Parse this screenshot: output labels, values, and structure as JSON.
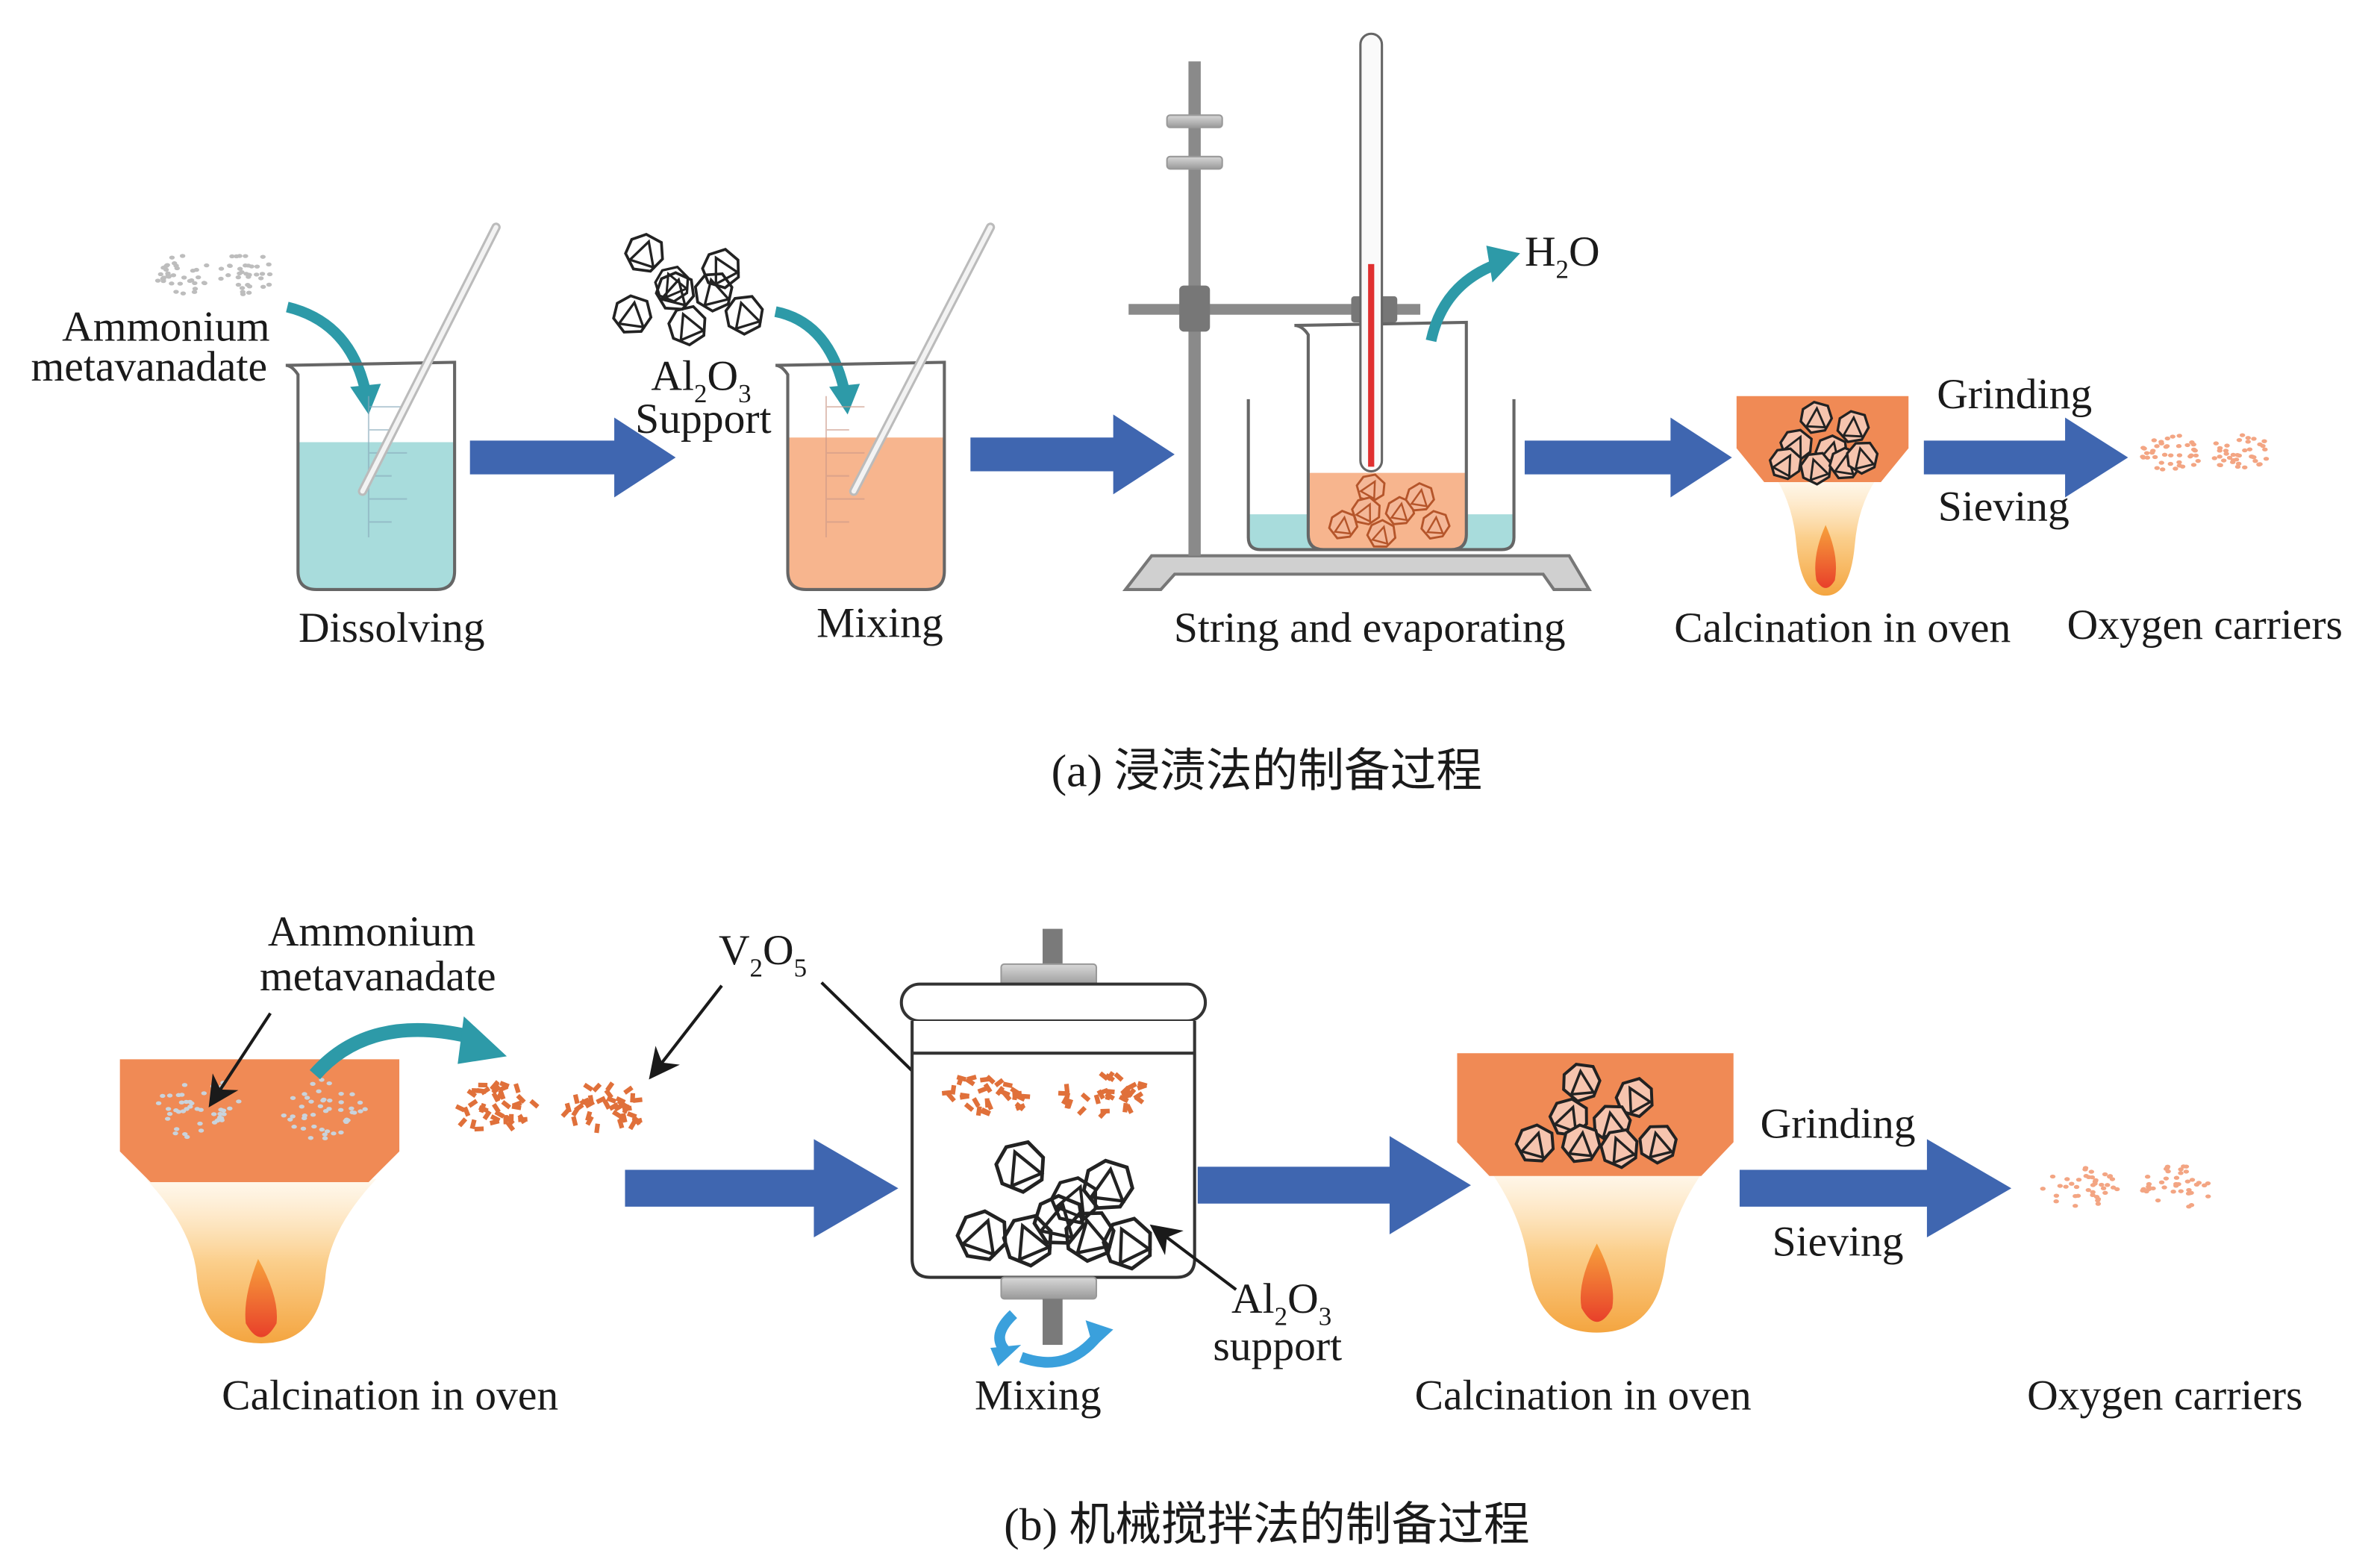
{
  "panel_a": {
    "caption": "(a) 浸渍法的制备过程",
    "steps": [
      {
        "label": "Dissolving",
        "input_label_line1": "Ammonium",
        "input_label_line2": "metavanadate"
      },
      {
        "label": "Mixing",
        "input_label_formula": {
          "base1": "Al",
          "sub1": "2",
          "base2": "O",
          "sub2": "3"
        },
        "input_label_line2": "Support"
      },
      {
        "label": "String and evaporating",
        "vapor_label": {
          "base1": "H",
          "sub1": "2",
          "base2": "O"
        }
      },
      {
        "label": "Calcination in oven"
      },
      {
        "label": "Oxygen carriers"
      }
    ],
    "arrow_labels": {
      "top": "Grinding",
      "bottom": "Sieving"
    }
  },
  "panel_b": {
    "caption": "(b) 机械搅拌法的制备过程",
    "steps": [
      {
        "label": "Calcination in oven",
        "input_label_line1": "Ammonium",
        "input_label_line2": "metavanadate"
      },
      {
        "label": "Mixing",
        "intermediate_formula": {
          "base1": "V",
          "sub1": "2",
          "base2": "O",
          "sub2": "5"
        },
        "support_formula": {
          "base1": "Al",
          "sub1": "2",
          "base2": "O",
          "sub2": "3"
        },
        "support_line2": "support"
      },
      {
        "label": "Calcination in oven"
      },
      {
        "label": "Oxygen carriers"
      }
    ],
    "arrow_labels": {
      "top": "Grinding",
      "bottom": "Sieving"
    }
  },
  "colors": {
    "arrow_blue": "#3f66b0",
    "teal_arrow": "#2d9aa8",
    "solution_teal": "#a8dcdc",
    "solution_orange": "#f7b58e",
    "crucible_orange": "#f08a55",
    "particle_orange": "#e0703a",
    "flame_red": "#e8502a",
    "mix_arrow_blue": "#3aa0dc",
    "stand_gray": "#7a7a7a"
  }
}
